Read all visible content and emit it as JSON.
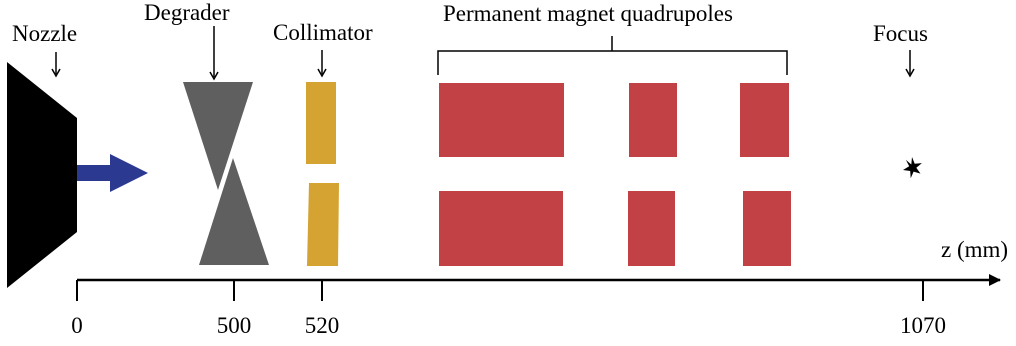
{
  "labels": {
    "nozzle": "Nozzle",
    "degrader": "Degrader",
    "collimator": "Collimator",
    "pmq": "Permanent magnet quadrupoles",
    "focus": "Focus",
    "axis": "z (mm)"
  },
  "ticks": [
    "0",
    "500",
    "520",
    "1070"
  ],
  "colors": {
    "nozzle": "#000000",
    "beam_arrow": "#2b3990",
    "degrader": "#5f5f5f",
    "collimator": "#d4a331",
    "quadrupole": "#c24144",
    "focus": "#000000",
    "axis": "#000000"
  }
}
